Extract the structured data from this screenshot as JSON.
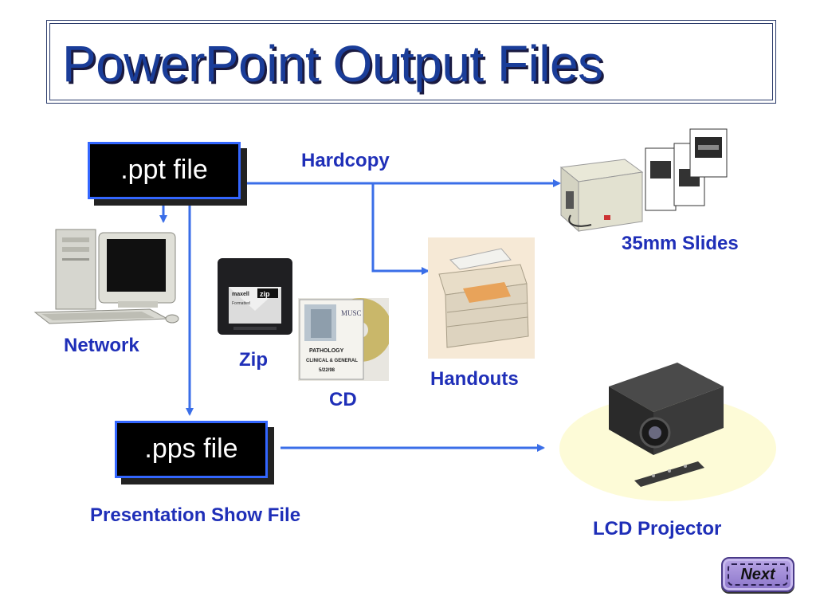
{
  "title": "PowerPoint Output Files",
  "ppt_box": {
    "label": ".ppt file"
  },
  "pps_box": {
    "label": ".pps file"
  },
  "labels": {
    "hardcopy": "Hardcopy",
    "slides": "35mm Slides",
    "network": "Network",
    "zip": "Zip",
    "cd": "CD",
    "handouts": "Handouts",
    "presentation_show": "Presentation Show File",
    "lcd": "LCD Projector"
  },
  "zip_disk": {
    "brand": "maxell",
    "model": "zip",
    "sub": "Formatted"
  },
  "cd_cover": {
    "org": "MUSC",
    "title": "PATHOLOGY",
    "subtitle": "CLINICAL & GENERAL",
    "date": "5/22/98"
  },
  "next_button": {
    "label": "Next"
  },
  "colors": {
    "title": "#1a3d99",
    "accent": "#3366ff",
    "arrow": "#3a6ee8",
    "label": "#1f2fb8"
  }
}
